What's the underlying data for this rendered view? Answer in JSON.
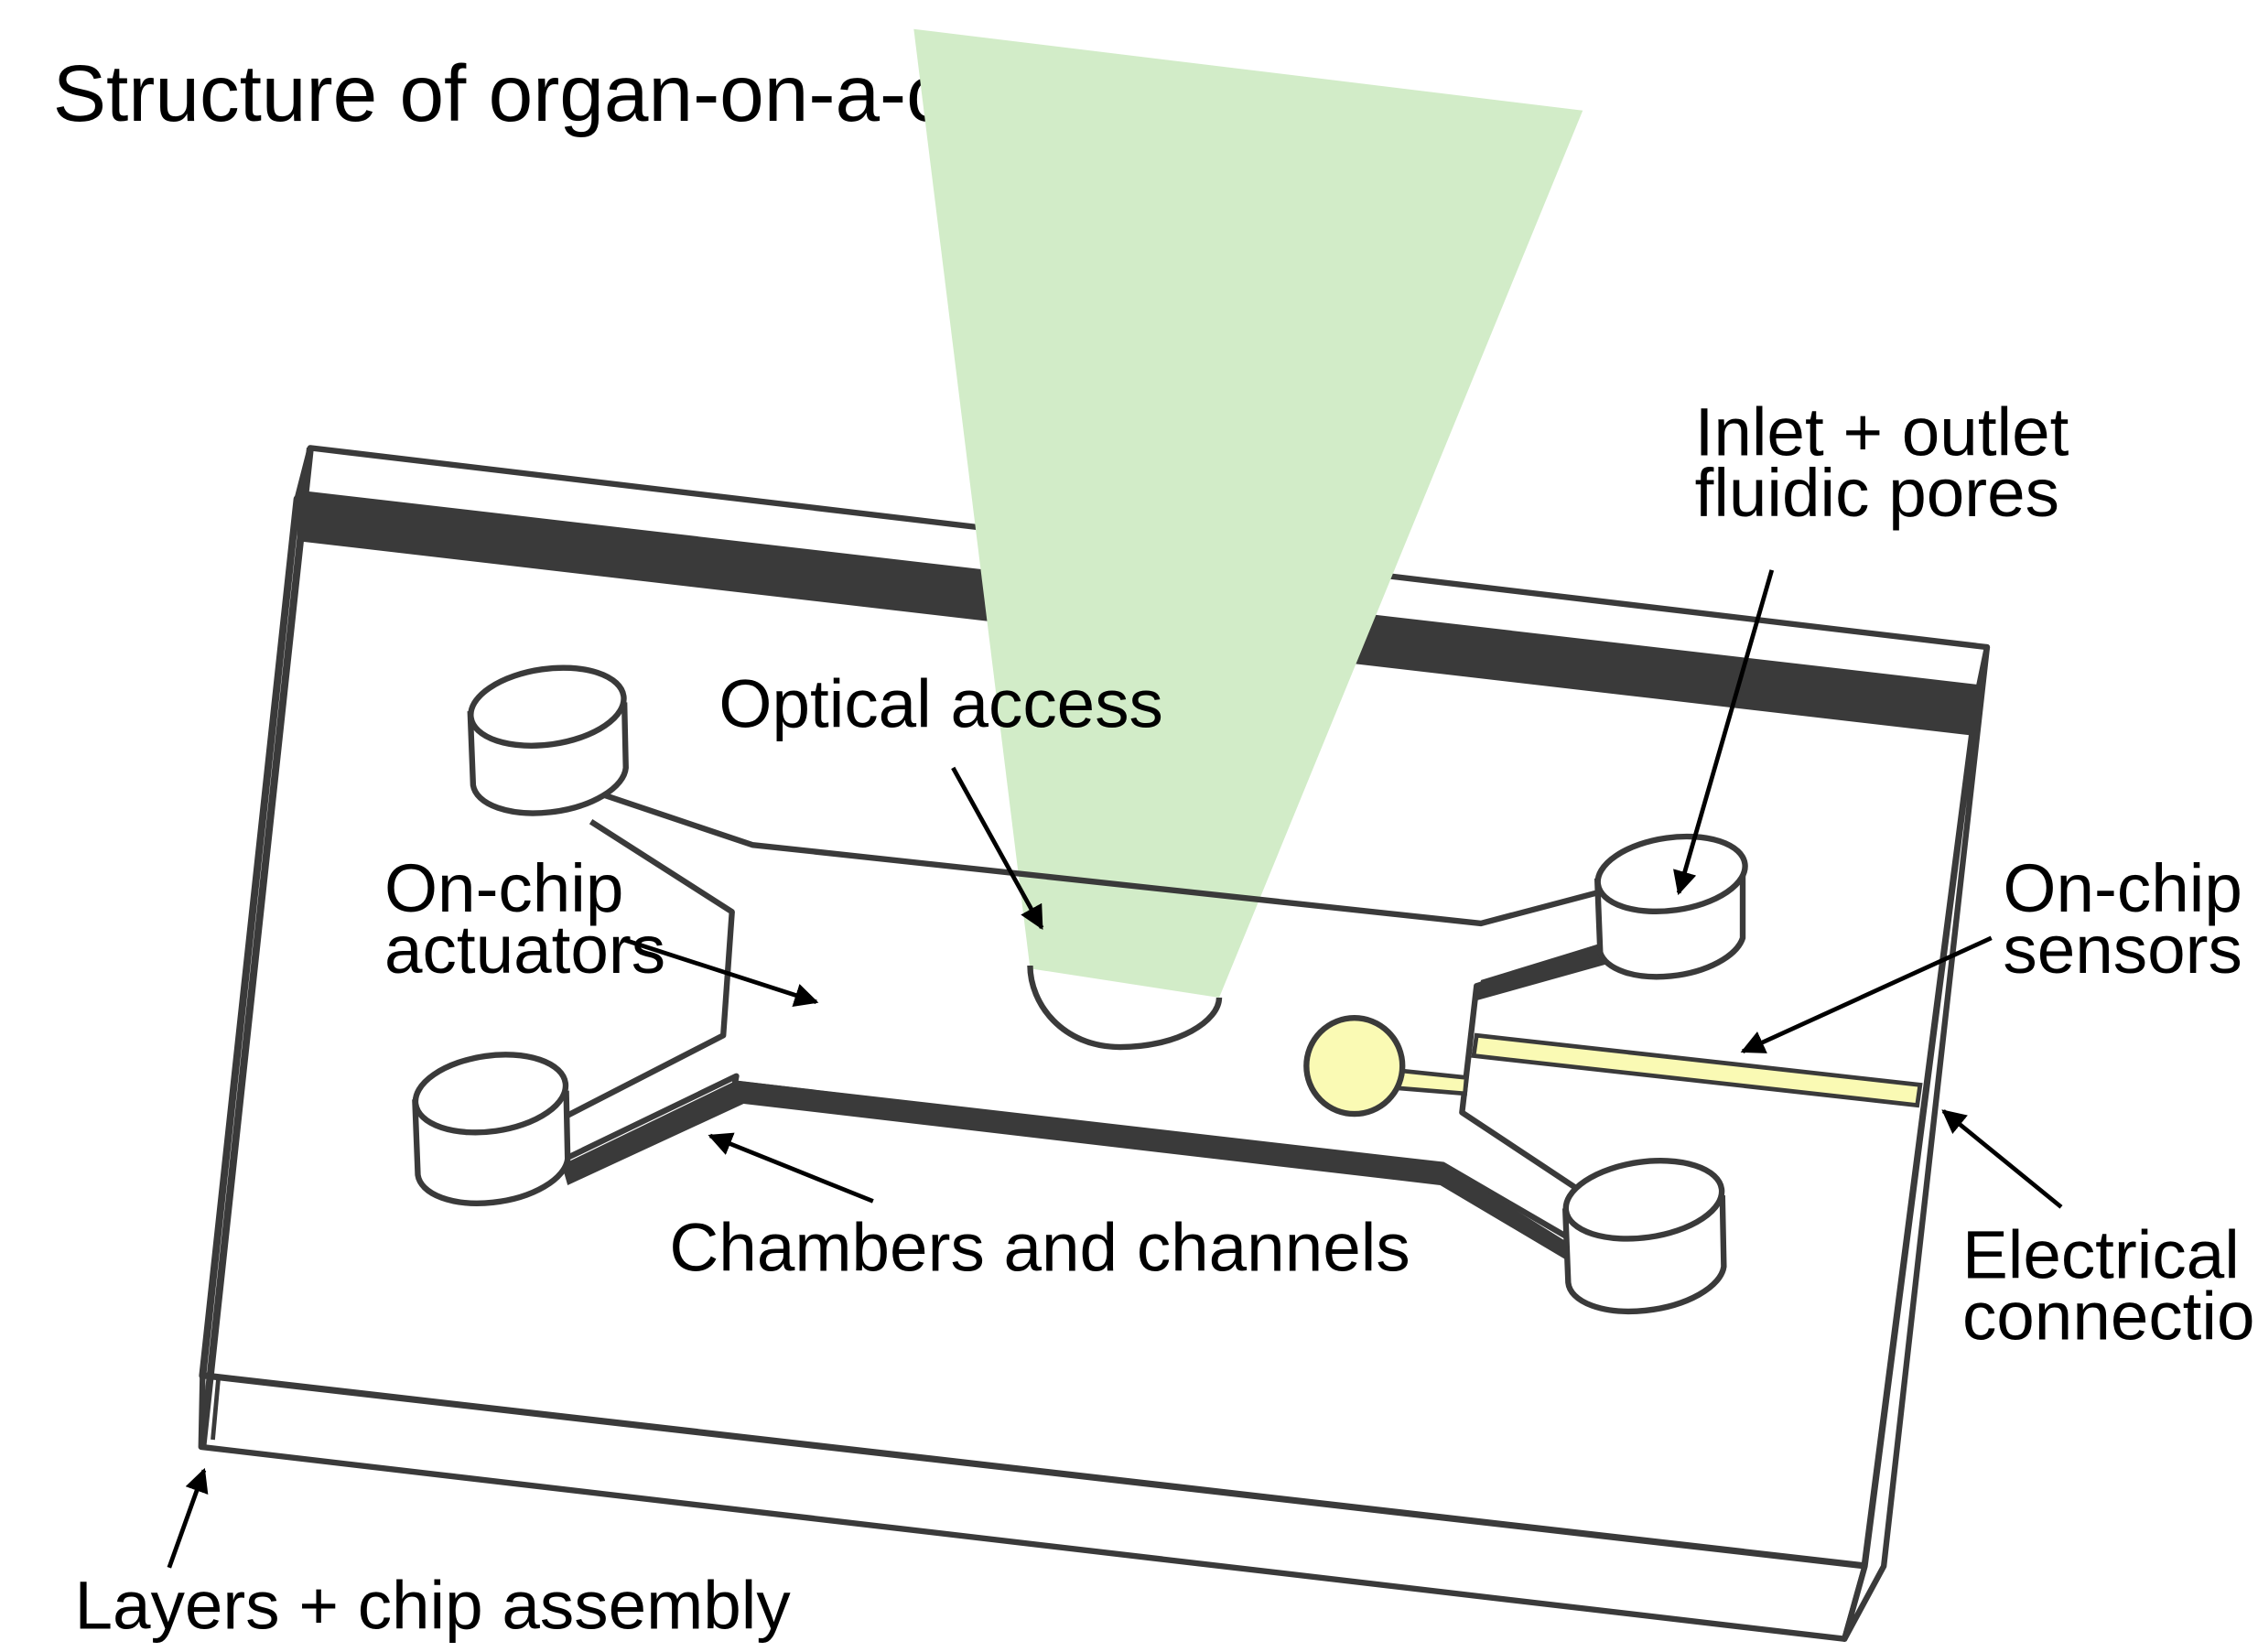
{
  "title": "Structure of organ-on-a-chip",
  "labels": {
    "inlet_outlet": [
      "Inlet + outlet",
      "fluidic pores"
    ],
    "optical_access": "Optical access",
    "actuators": [
      "On-chip",
      "actuators"
    ],
    "sensors": [
      "On-chip",
      "sensors"
    ],
    "chambers": "Chambers and channels",
    "electrical": [
      "Electrical",
      "connections"
    ],
    "layers": "Layers + chip assembly"
  },
  "colors": {
    "outline": "#3a3a3a",
    "light_beam": "#d2ecc8",
    "sensor": "#fafab4",
    "arrow": "#000000",
    "background": "#ffffff"
  }
}
